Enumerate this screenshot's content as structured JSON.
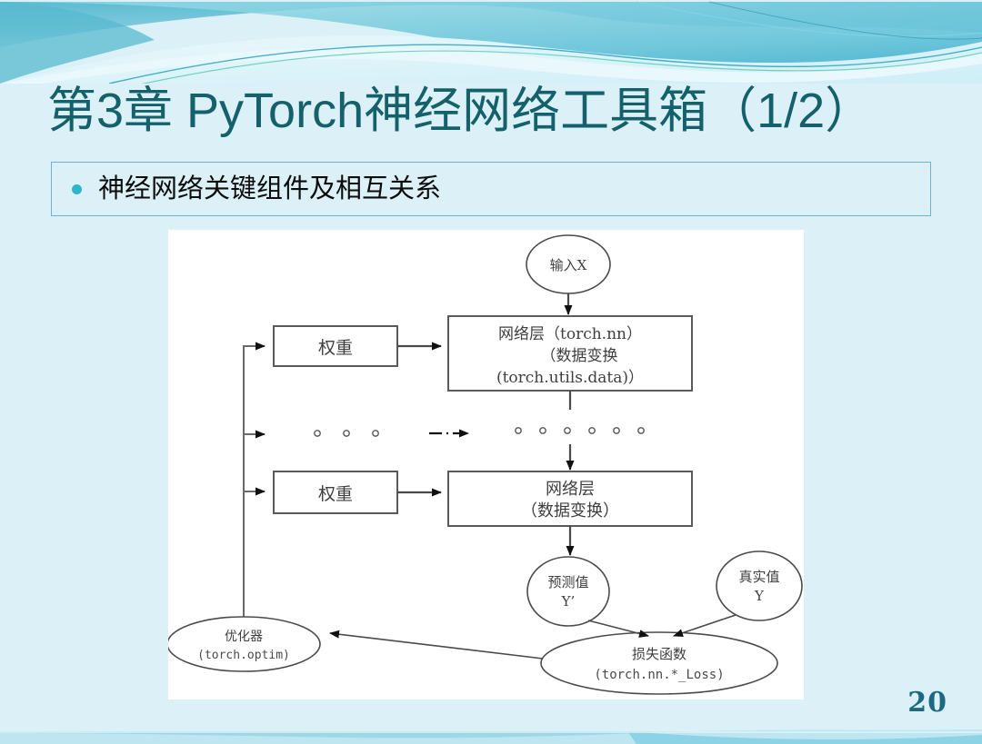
{
  "slide": {
    "title": "第3章 PyTorch神经网络工具箱（1/2）",
    "subtitle": "神经网络关键组件及相互关系",
    "page_number": "20",
    "colors": {
      "background": "#dcf1f7",
      "title_text": "#15616b",
      "bullet": "#2fb5c8",
      "subtitle_border": "#6fb2d8",
      "page_number": "#1d6a80",
      "banner_dark_teal": "#4aa8c0",
      "banner_light": "#cfeef7",
      "diagram_background": "#ffffff",
      "diagram_stroke": "#4a4a4a"
    }
  },
  "diagram": {
    "name": "neural-network-key-components-flowchart",
    "nodes": {
      "input": {
        "label": "输入X",
        "shape": "ellipse"
      },
      "layer1_line1": "网络层（torch.nn）",
      "layer1_line2": "（数据变换",
      "layer1_line3": "(torch.utils.data)）",
      "weight1": {
        "label": "权重",
        "shape": "rect"
      },
      "weight2": {
        "label": "权重",
        "shape": "rect"
      },
      "ellipsis_dots": "○ ○ ○",
      "ellipsis_dots_mid": "○ ○ ○ ○ ○ ○",
      "layer2_line1": "网络层",
      "layer2_line2": "（数据变换）",
      "pred_line1": "预测值",
      "pred_line2": "Y’",
      "truth_line1": "真实值",
      "truth_line2": "Y",
      "loss_line1": "损失函数",
      "loss_line2": "(torch.nn.*_Loss)",
      "optimizer_line1": "优化器",
      "optimizer_line2": "(torch.optim)"
    },
    "edges": [
      {
        "from": "input",
        "to": "layer1",
        "style": "solid-arrow"
      },
      {
        "from": "weight1",
        "to": "layer1",
        "style": "solid-arrow"
      },
      {
        "from": "layer1",
        "to": "middle",
        "style": "solid-arrow"
      },
      {
        "from": "middle",
        "to": "layer2",
        "style": "solid-arrow"
      },
      {
        "from": "weight2",
        "to": "layer2",
        "style": "solid-arrow"
      },
      {
        "from": "layer2",
        "to": "pred",
        "style": "solid-arrow"
      },
      {
        "from": "pred",
        "to": "loss",
        "style": "solid-arrow"
      },
      {
        "from": "truth",
        "to": "loss",
        "style": "solid-arrow"
      },
      {
        "from": "loss",
        "to": "optimizer",
        "style": "solid-arrow"
      },
      {
        "from": "optimizer",
        "to": "weight1",
        "style": "feedback-arrow"
      },
      {
        "from": "optimizer",
        "to": "middle-row",
        "style": "feedback-arrow"
      },
      {
        "from": "optimizer",
        "to": "weight2",
        "style": "feedback-arrow"
      },
      {
        "from": "middle-row",
        "to": "layer-row",
        "style": "dash-dot-arrow"
      }
    ]
  }
}
